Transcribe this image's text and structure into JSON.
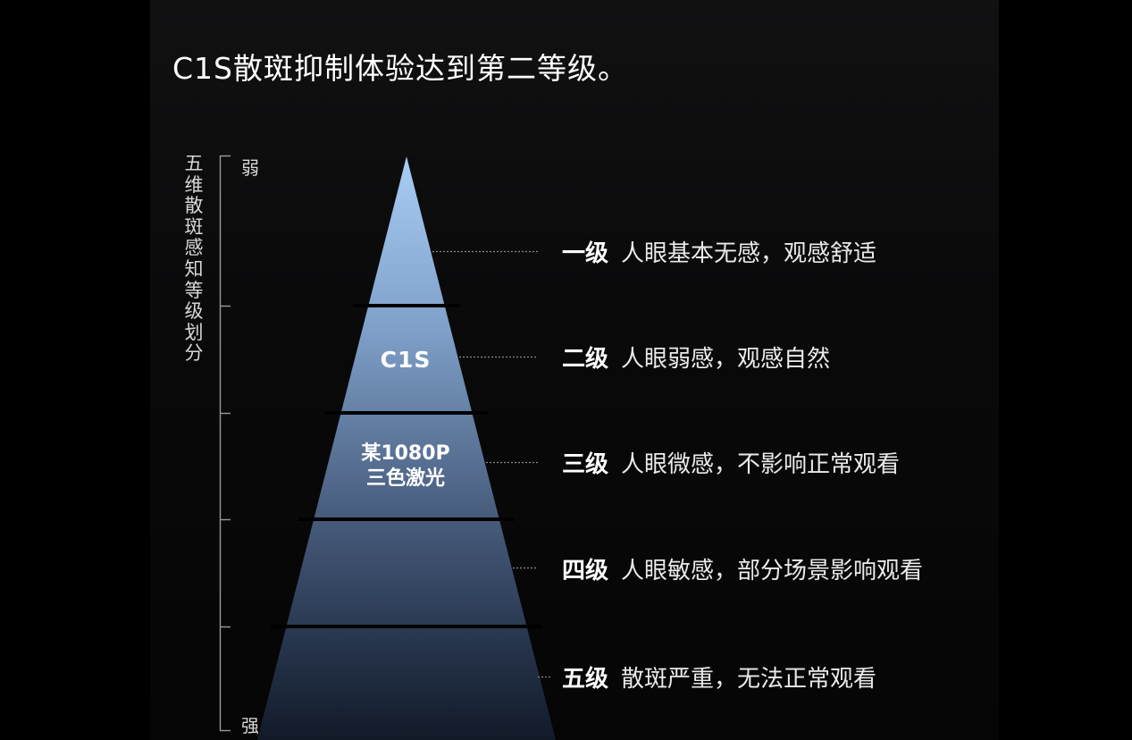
{
  "title": "C1S散斑抑制体验达到第二等级。",
  "axis": {
    "title": "五维散斑感知等级划分",
    "top_end": "弱",
    "bottom_end": "强"
  },
  "levels": [
    {
      "level": "一级",
      "description": "人眼基本无感，观感舒适",
      "marker_lines": []
    },
    {
      "level": "二级",
      "description": "人眼弱感，观感自然",
      "marker_lines": [
        "C1S"
      ]
    },
    {
      "level": "三级",
      "description": "人眼微感，不影响正常观看",
      "marker_lines": [
        "某1080P",
        "三色激光"
      ]
    },
    {
      "level": "四级",
      "description": "人眼敏感，部分场景影响观看",
      "marker_lines": []
    },
    {
      "level": "五级",
      "description": "散斑严重，无法正常观看",
      "marker_lines": []
    }
  ],
  "colors": {
    "background": "#000000",
    "pyramid_top": "#a8cdf4",
    "pyramid_bottom": "#121a28",
    "separator": "#000000",
    "text": "#ffffff",
    "leader_line": "#8a8a8a"
  }
}
